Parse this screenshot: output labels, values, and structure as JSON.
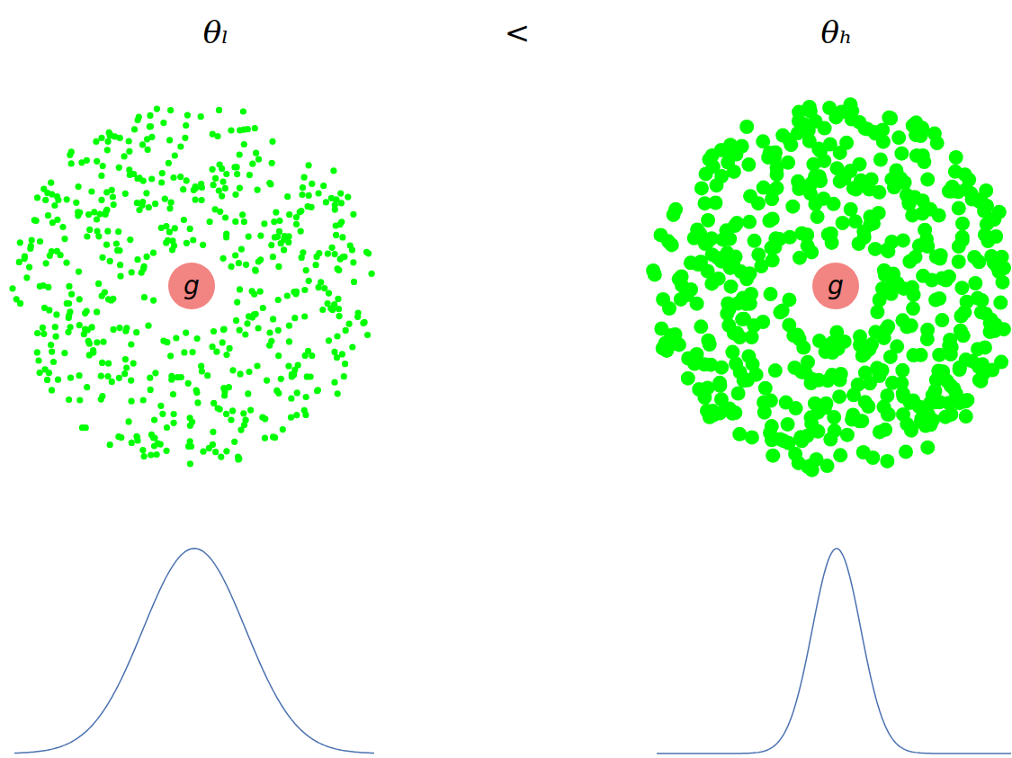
{
  "diagram": {
    "nodes": [
      {
        "text": [
          "g"
        ]
      },
      {
        "text": [
          "g"
        ]
      }
    ],
    "labels": [
      "θₗ",
      "<",
      "θₕ"
    ]
  }
}
